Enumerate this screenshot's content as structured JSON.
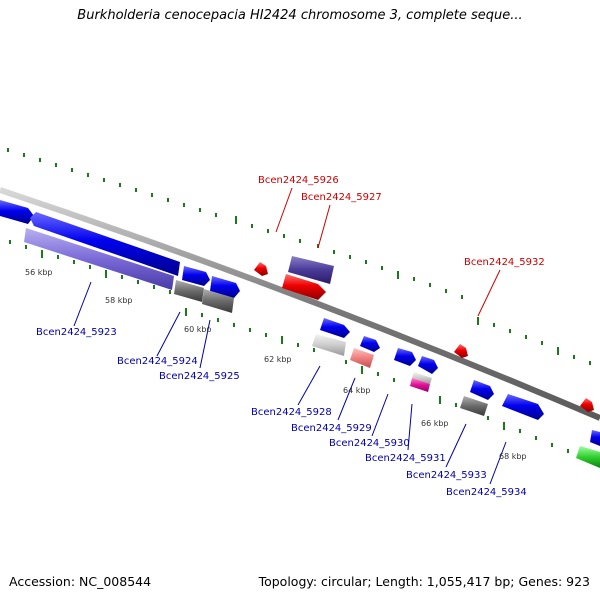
{
  "title": "Burkholderia cenocepacia HI2424 chromosome 3, complete seque...",
  "footer": {
    "accession": "Accession: NC_008544",
    "summary": "Topology: circular; Length: 1,055,417 bp; Genes: 923"
  },
  "scale_labels": [
    "56 kbp",
    "58 kbp",
    "60 kbp",
    "62 kbp",
    "64 kbp",
    "66 kbp",
    "68 kbp"
  ],
  "gene_labels": {
    "g5923": "Bcen2424_5923",
    "g5924": "Bcen2424_5924",
    "g5925": "Bcen2424_5925",
    "g5926": "Bcen2424_5926",
    "g5927": "Bcen2424_5927",
    "g5928": "Bcen2424_5928",
    "g5929": "Bcen2424_5929",
    "g5930": "Bcen2424_5930",
    "g5931": "Bcen2424_5931",
    "g5932": "Bcen2424_5932",
    "g5933": "Bcen2424_5933",
    "g5934": "Bcen2424_5934"
  },
  "colors": {
    "backbone": "#8a8a8a",
    "forward_gene": "#0000ee",
    "reverse_gene": "#ee0000",
    "tick": "#1a7a1a",
    "label_red": "#cc0000",
    "label_blue": "#0000aa"
  }
}
